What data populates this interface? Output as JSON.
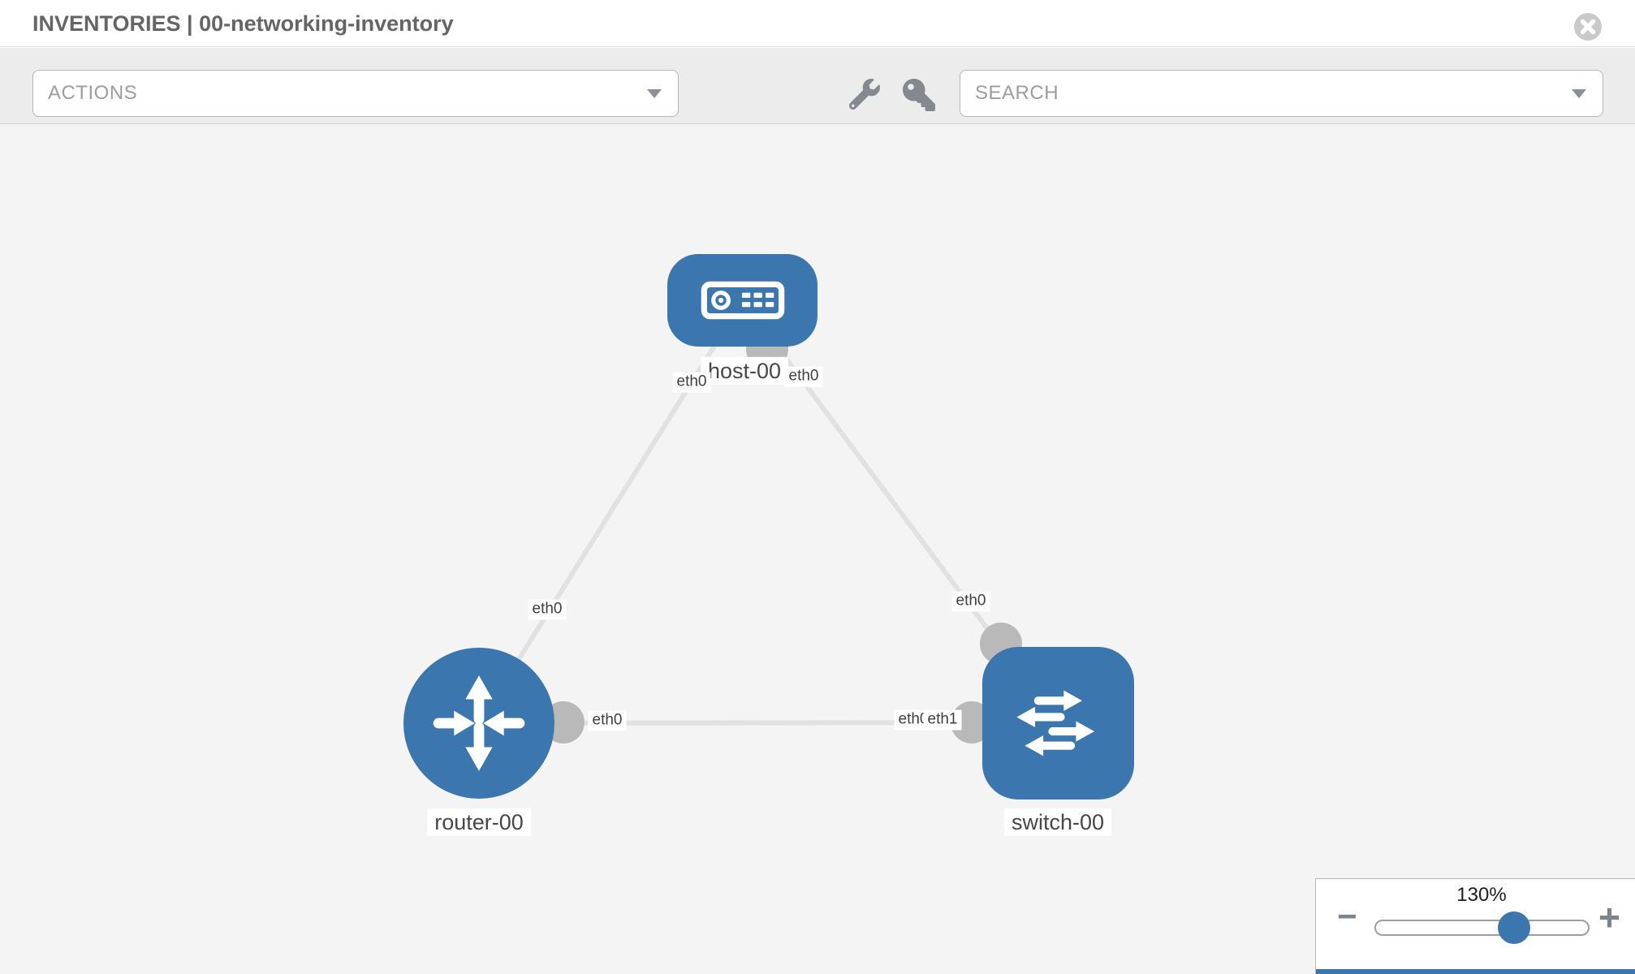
{
  "header": {
    "title": "INVENTORIES | 00-networking-inventory"
  },
  "toolbar": {
    "actions_label": "ACTIONS",
    "search_placeholder": "SEARCH",
    "icons": [
      "wrench",
      "key"
    ]
  },
  "topology": {
    "nodes": [
      {
        "id": "host-00",
        "type": "host",
        "label": "host-00"
      },
      {
        "id": "router-00",
        "type": "router",
        "label": "router-00"
      },
      {
        "id": "switch-00",
        "type": "switch",
        "label": "switch-00"
      }
    ],
    "links": [
      {
        "from": "host-00",
        "from_if": "eth0",
        "to": "router-00",
        "to_if": "eth0"
      },
      {
        "from": "host-00",
        "from_if": "eth0",
        "to": "switch-00",
        "to_if": "eth0"
      },
      {
        "from": "router-00",
        "from_if": "eth0",
        "to": "switch-00",
        "to_if": "eth1"
      }
    ],
    "if_labels": {
      "host_left": "eth0",
      "host_right": "eth0",
      "router_top": "eth0",
      "switch_top": "eth0",
      "router_port": "eth0",
      "switch_port_under": "eth0",
      "switch_port_top": "eth1"
    }
  },
  "zoom_control": {
    "level": "130%",
    "minus": "−",
    "plus": "+"
  },
  "colors": {
    "node_blue": "#3c76af",
    "port_gray": "#b9b9b9",
    "edge_gray": "#e1e1e1",
    "canvas_bg": "#f4f4f4",
    "toolbar_bg": "#ececec"
  }
}
